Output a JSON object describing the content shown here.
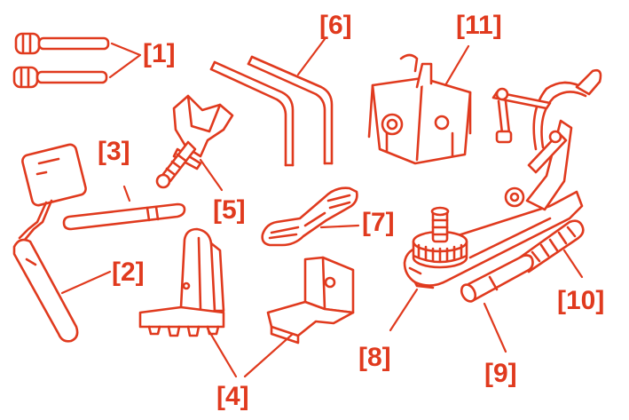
{
  "colors": {
    "ink": "#e03a1e",
    "background": "#ffffff"
  },
  "labels": {
    "l1": "[1]",
    "l2": "[2]",
    "l3": "[3]",
    "l4": "[4]",
    "l5": "[5]",
    "l6": "[6]",
    "l7": "[7]",
    "l8": "[8]",
    "l9": "[9]",
    "l10": "[10]",
    "l11": "[11]"
  }
}
